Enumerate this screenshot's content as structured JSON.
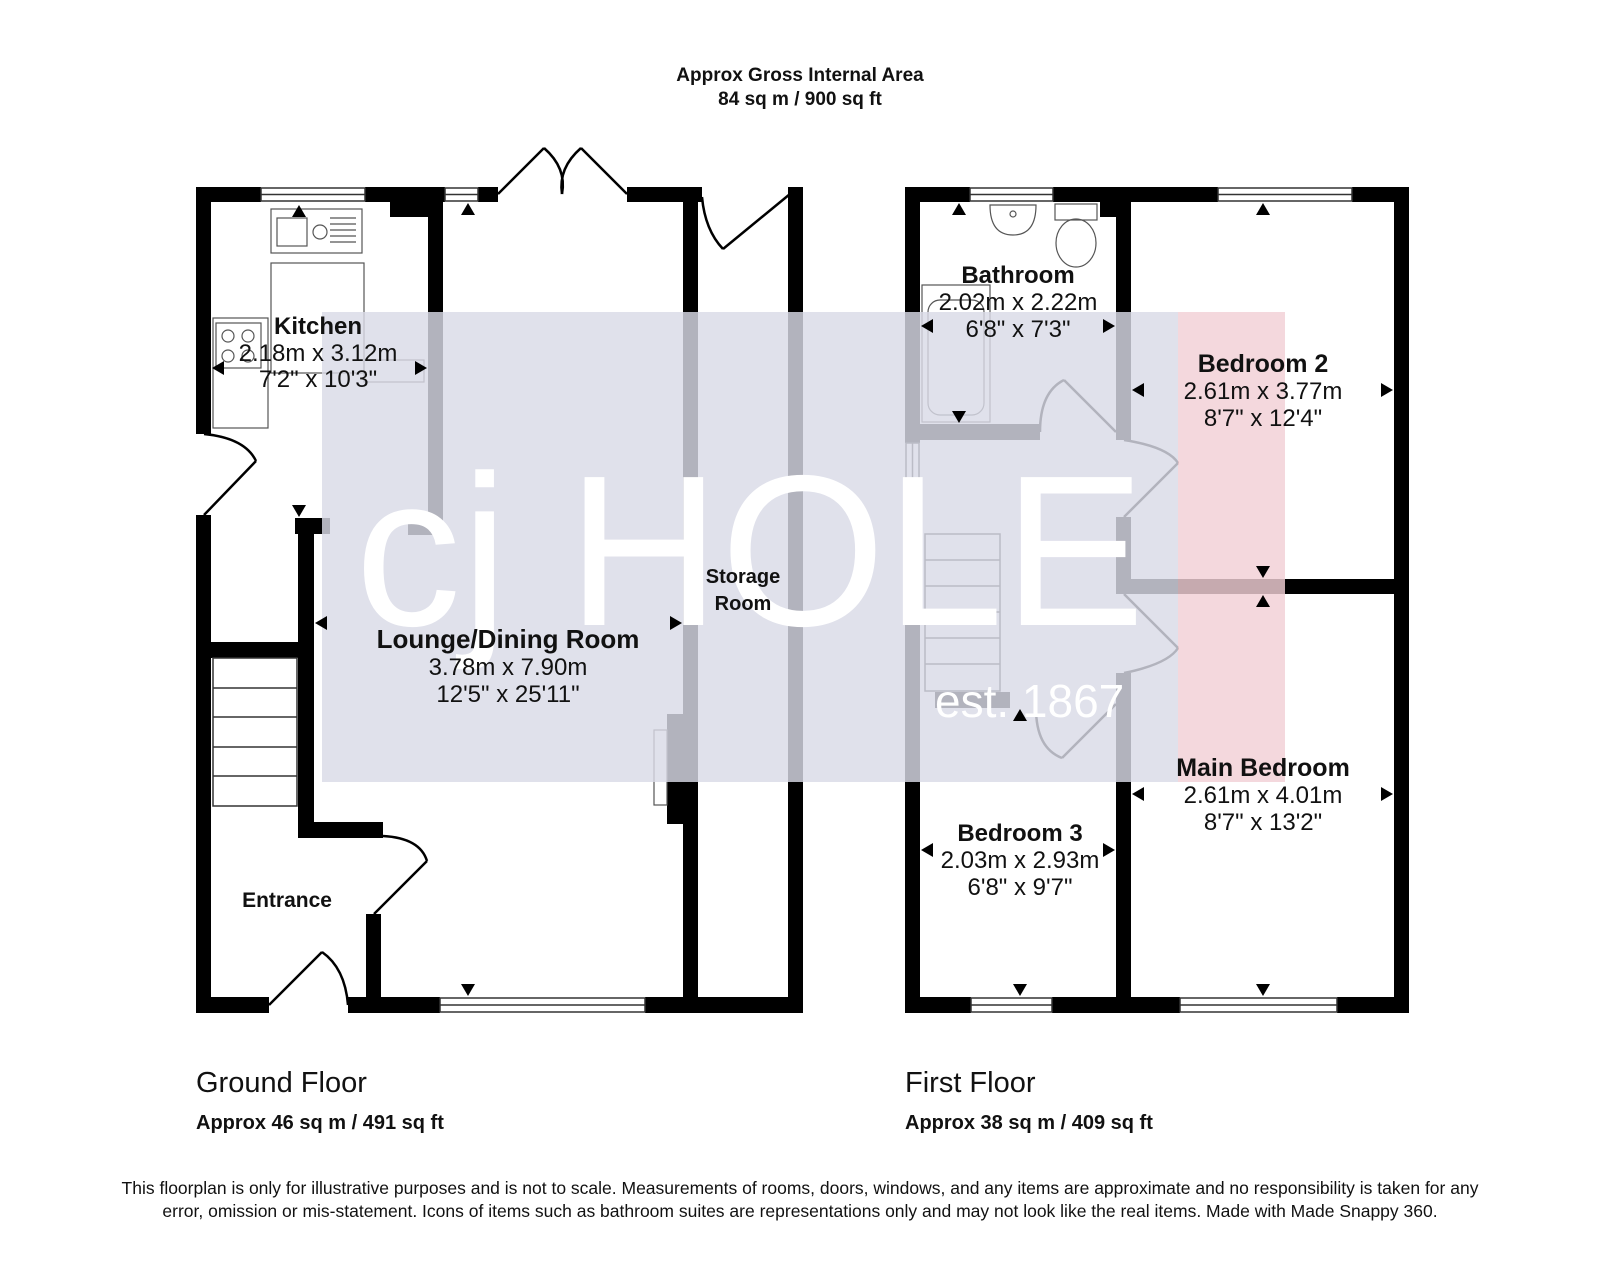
{
  "header": {
    "line1": "Approx Gross Internal Area",
    "line2": "84 sq m / 900 sq ft"
  },
  "watermark": {
    "brand": "cj HOLE",
    "est": "est. 1867"
  },
  "ground_floor": {
    "name": "Ground Floor",
    "area": "Approx 46 sq m / 491 sq ft",
    "rooms": {
      "kitchen": {
        "name": "Kitchen",
        "metric": "2.18m x 3.12m",
        "imperial": "7'2\" x 10'3\""
      },
      "lounge": {
        "name": "Lounge/Dining Room",
        "metric": "3.78m x 7.90m",
        "imperial": "12'5\" x 25'11\""
      },
      "storage": {
        "name1": "Storage",
        "name2": "Room"
      },
      "entrance": {
        "name": "Entrance"
      }
    }
  },
  "first_floor": {
    "name": "First Floor",
    "area": "Approx 38 sq m / 409 sq ft",
    "rooms": {
      "bathroom": {
        "name": "Bathroom",
        "metric": "2.02m x 2.22m",
        "imperial": "6'8\" x 7'3\""
      },
      "bedroom2": {
        "name": "Bedroom 2",
        "metric": "2.61m x 3.77m",
        "imperial": "8'7\" x 12'4\""
      },
      "main_bedroom": {
        "name": "Main Bedroom",
        "metric": "2.61m x 4.01m",
        "imperial": "8'7\" x 13'2\""
      },
      "bedroom3": {
        "name": "Bedroom 3",
        "metric": "2.03m x 2.93m",
        "imperial": "6'8\" x 9'7\""
      }
    }
  },
  "disclaimer": "This floorplan is only for illustrative purposes and is not to scale. Measurements of rooms, doors, windows, and any items are approximate and no responsibility is taken for any error, omission or mis-statement. Icons of items such as bathroom suites are representations only and may not look like the real items. Made with Made Snappy 360.",
  "colors": {
    "wall": "#000000",
    "watermark_box": "#d9dbe6",
    "watermark_accent": "#f2cfd6",
    "watermark_text": "#ffffff"
  }
}
